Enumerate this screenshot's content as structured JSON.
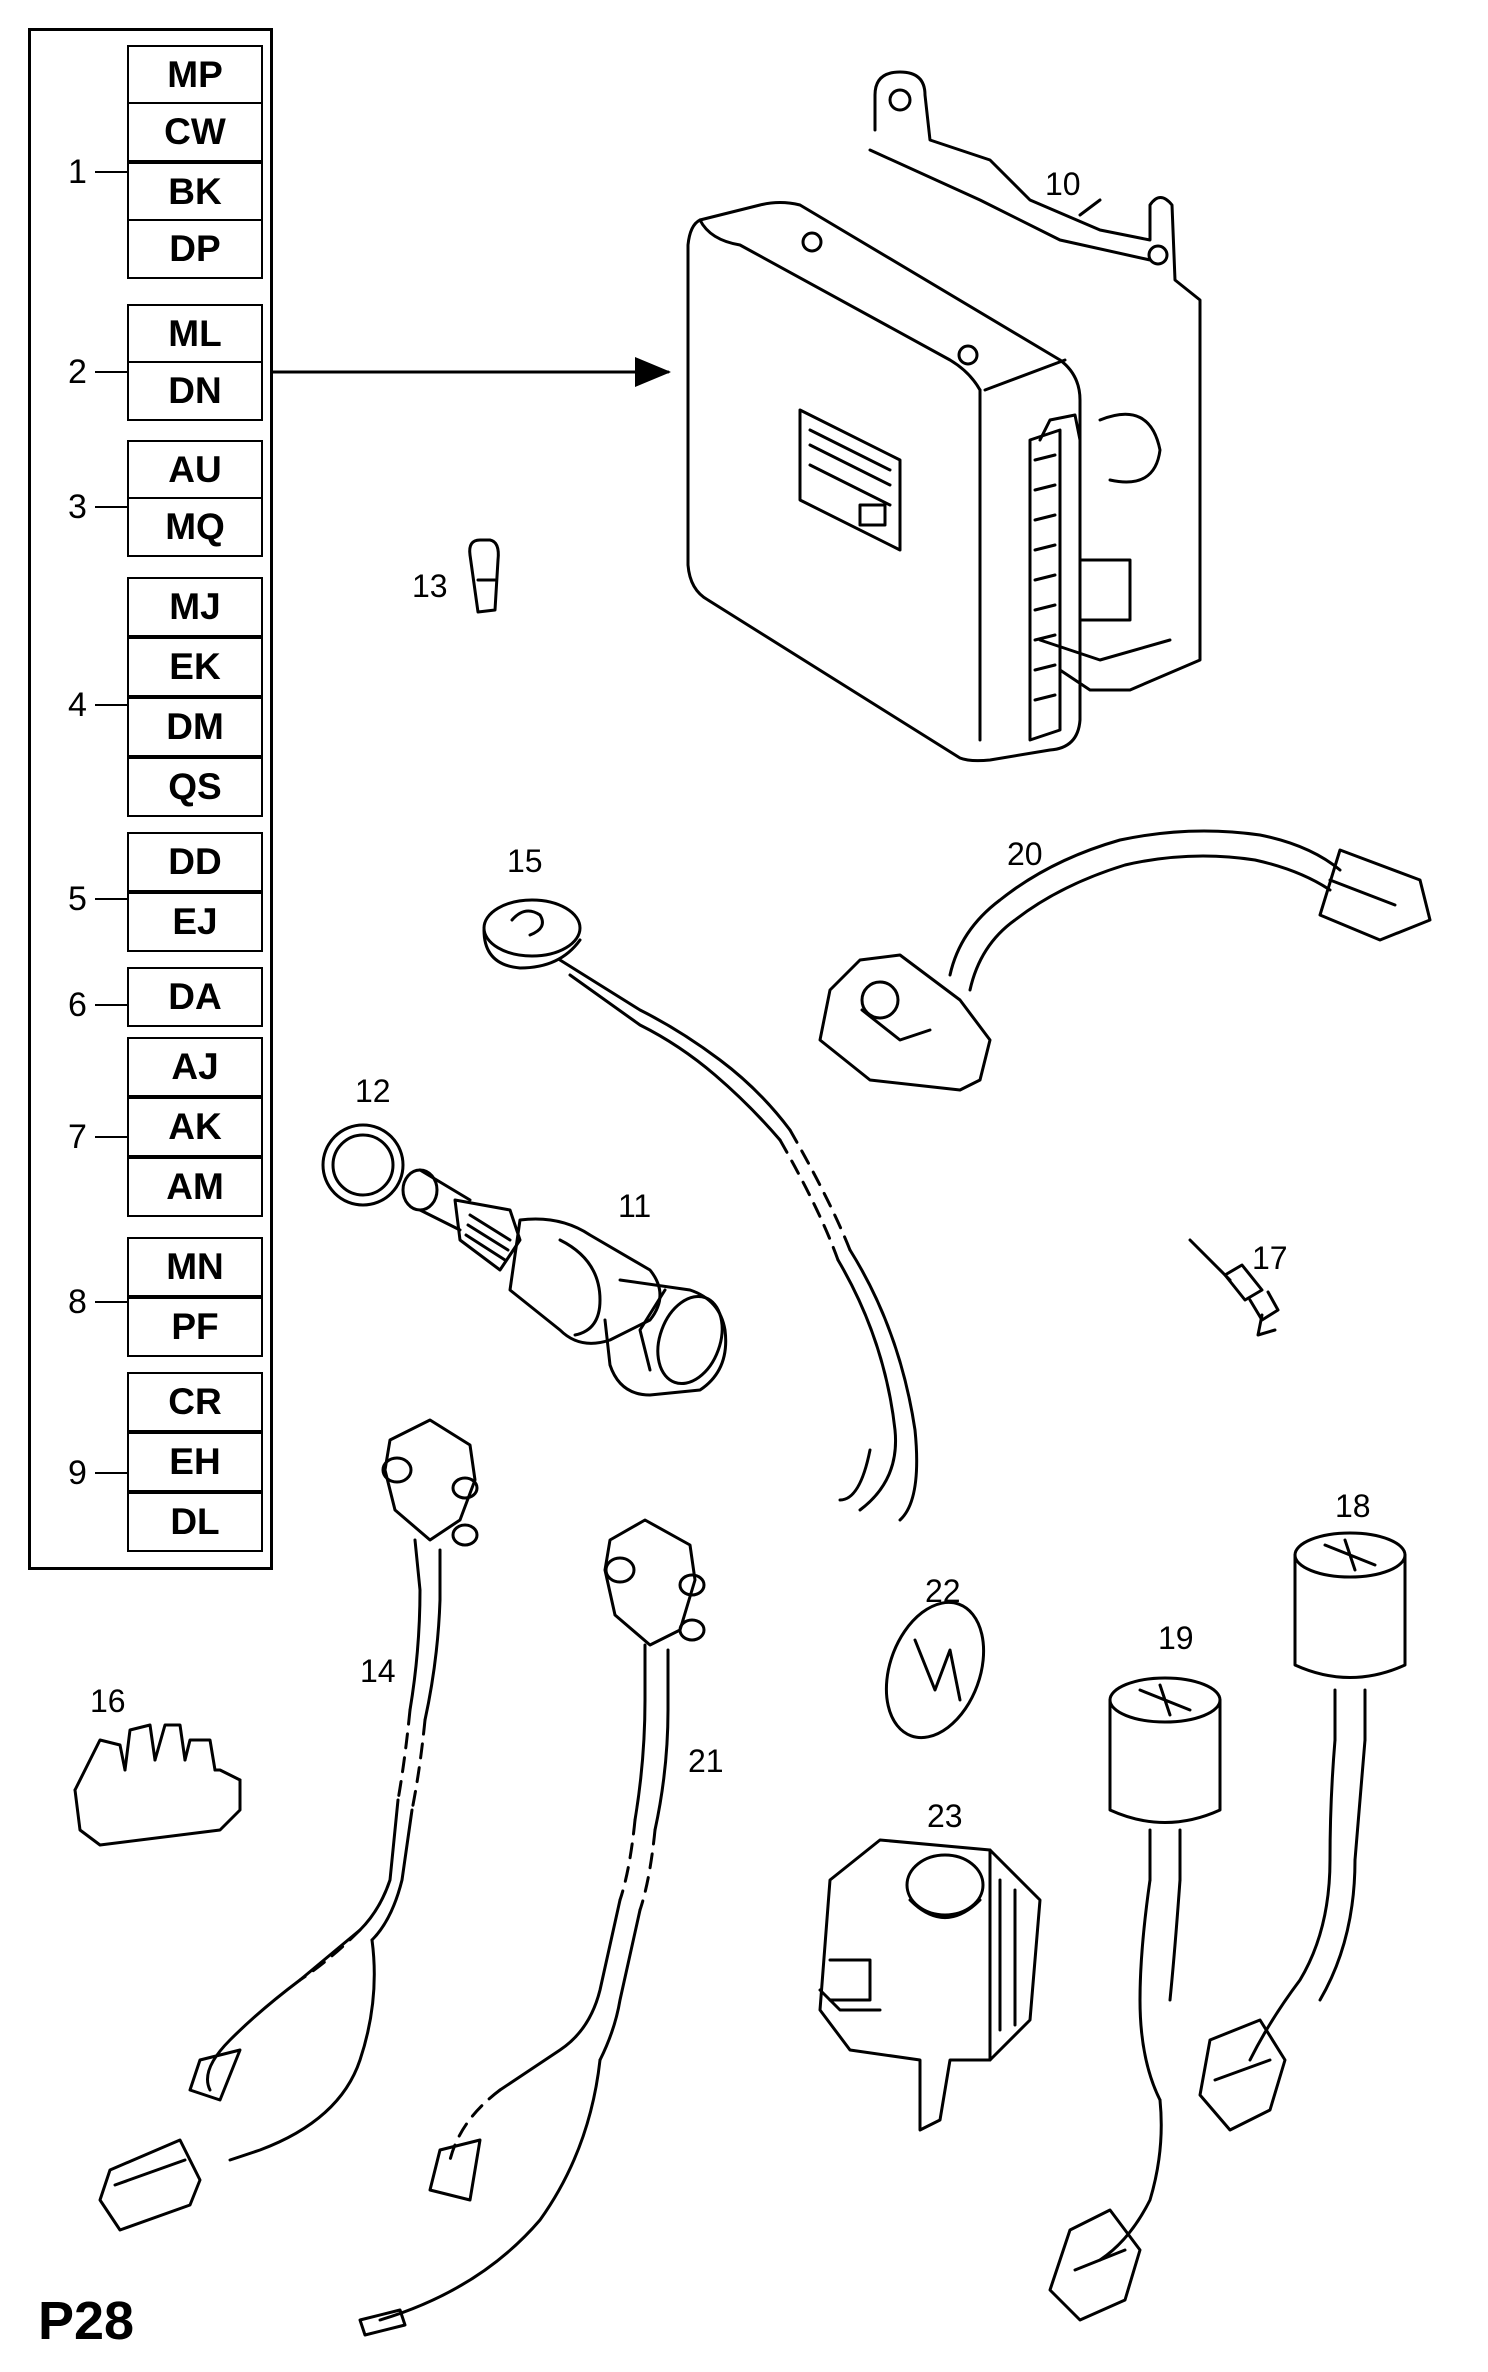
{
  "legend": {
    "groups": [
      {
        "number": "1",
        "codes": [
          "MP",
          "CW",
          "BK",
          "DP"
        ]
      },
      {
        "number": "2",
        "codes": [
          "ML",
          "DN"
        ]
      },
      {
        "number": "3",
        "codes": [
          "AU",
          "MQ"
        ]
      },
      {
        "number": "4",
        "codes": [
          "MJ",
          "EK",
          "DM",
          "QS"
        ]
      },
      {
        "number": "5",
        "codes": [
          "DD",
          "EJ"
        ]
      },
      {
        "number": "6",
        "codes": [
          "DA"
        ]
      },
      {
        "number": "7",
        "codes": [
          "AJ",
          "AK",
          "AM"
        ]
      },
      {
        "number": "8",
        "codes": [
          "MN",
          "PF"
        ]
      },
      {
        "number": "9",
        "codes": [
          "CR",
          "EH",
          "DL"
        ]
      }
    ]
  },
  "callouts": {
    "n10": "10",
    "n11": "11",
    "n12": "12",
    "n13": "13",
    "n14": "14",
    "n15": "15",
    "n16": "16",
    "n17": "17",
    "n18": "18",
    "n19": "19",
    "n20": "20",
    "n21": "21",
    "n22": "22",
    "n23": "23"
  },
  "page_id": "P28"
}
